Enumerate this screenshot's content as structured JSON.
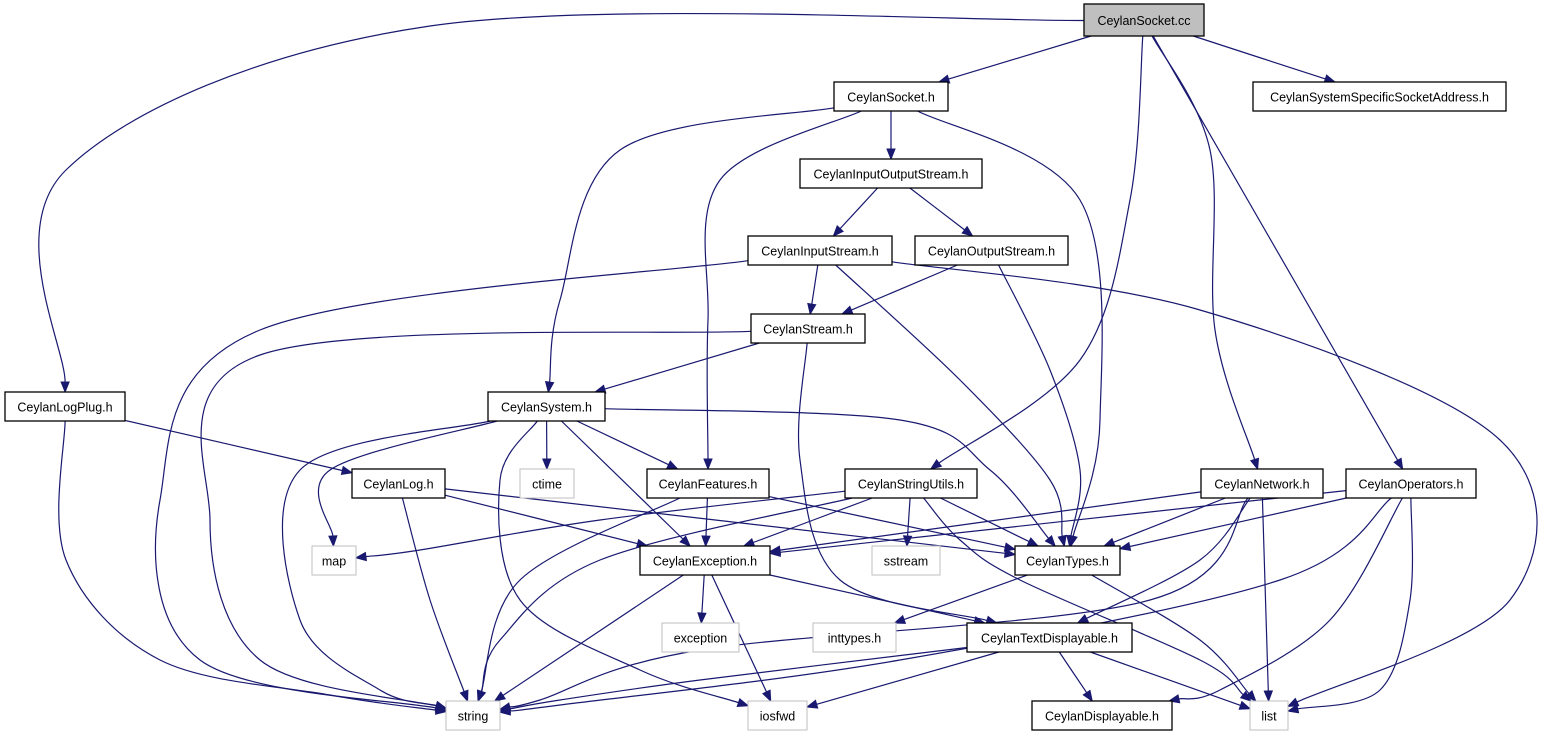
{
  "graph": {
    "title": "",
    "edge_color": "#191970",
    "nodes": [
      {
        "id": "socket_cc",
        "label": "CeylanSocket.cc",
        "kind": "root"
      },
      {
        "id": "socket_h",
        "label": "CeylanSocket.h",
        "kind": "header"
      },
      {
        "id": "sys_sock_addr",
        "label": "CeylanSystemSpecificSocketAddress.h",
        "kind": "header"
      },
      {
        "id": "io_stream",
        "label": "CeylanInputOutputStream.h",
        "kind": "header"
      },
      {
        "id": "in_stream",
        "label": "CeylanInputStream.h",
        "kind": "header"
      },
      {
        "id": "out_stream",
        "label": "CeylanOutputStream.h",
        "kind": "header"
      },
      {
        "id": "stream",
        "label": "CeylanStream.h",
        "kind": "header"
      },
      {
        "id": "logplug",
        "label": "CeylanLogPlug.h",
        "kind": "header"
      },
      {
        "id": "system",
        "label": "CeylanSystem.h",
        "kind": "header"
      },
      {
        "id": "log",
        "label": "CeylanLog.h",
        "kind": "header"
      },
      {
        "id": "ctime",
        "label": "ctime",
        "kind": "system"
      },
      {
        "id": "features",
        "label": "CeylanFeatures.h",
        "kind": "header"
      },
      {
        "id": "strutils",
        "label": "CeylanStringUtils.h",
        "kind": "header"
      },
      {
        "id": "network",
        "label": "CeylanNetwork.h",
        "kind": "header"
      },
      {
        "id": "operators",
        "label": "CeylanOperators.h",
        "kind": "header"
      },
      {
        "id": "map",
        "label": "map",
        "kind": "system"
      },
      {
        "id": "exception_h",
        "label": "CeylanException.h",
        "kind": "header"
      },
      {
        "id": "sstream",
        "label": "sstream",
        "kind": "system"
      },
      {
        "id": "types",
        "label": "CeylanTypes.h",
        "kind": "header"
      },
      {
        "id": "exception",
        "label": "exception",
        "kind": "system"
      },
      {
        "id": "inttypes",
        "label": "inttypes.h",
        "kind": "system"
      },
      {
        "id": "textdisp",
        "label": "CeylanTextDisplayable.h",
        "kind": "header"
      },
      {
        "id": "string",
        "label": "string",
        "kind": "system"
      },
      {
        "id": "iosfwd",
        "label": "iosfwd",
        "kind": "system"
      },
      {
        "id": "displayable",
        "label": "CeylanDisplayable.h",
        "kind": "header"
      },
      {
        "id": "list",
        "label": "list",
        "kind": "system"
      }
    ],
    "edges": [
      [
        "socket_cc",
        "logplug"
      ],
      [
        "socket_cc",
        "socket_h"
      ],
      [
        "socket_cc",
        "sys_sock_addr"
      ],
      [
        "socket_cc",
        "strutils"
      ],
      [
        "socket_cc",
        "network"
      ],
      [
        "socket_cc",
        "operators"
      ],
      [
        "socket_h",
        "system"
      ],
      [
        "socket_h",
        "features"
      ],
      [
        "socket_h",
        "io_stream"
      ],
      [
        "socket_h",
        "types"
      ],
      [
        "io_stream",
        "in_stream"
      ],
      [
        "io_stream",
        "out_stream"
      ],
      [
        "in_stream",
        "stream"
      ],
      [
        "in_stream",
        "string"
      ],
      [
        "in_stream",
        "types"
      ],
      [
        "in_stream",
        "list"
      ],
      [
        "out_stream",
        "stream"
      ],
      [
        "out_stream",
        "types"
      ],
      [
        "stream",
        "system"
      ],
      [
        "stream",
        "string"
      ],
      [
        "stream",
        "textdisp"
      ],
      [
        "logplug",
        "log"
      ],
      [
        "logplug",
        "string"
      ],
      [
        "system",
        "ctime"
      ],
      [
        "system",
        "features"
      ],
      [
        "system",
        "map"
      ],
      [
        "system",
        "exception_h"
      ],
      [
        "system",
        "types"
      ],
      [
        "system",
        "string"
      ],
      [
        "system",
        "iosfwd"
      ],
      [
        "log",
        "exception_h"
      ],
      [
        "log",
        "types"
      ],
      [
        "log",
        "string"
      ],
      [
        "features",
        "exception_h"
      ],
      [
        "features",
        "types"
      ],
      [
        "features",
        "string"
      ],
      [
        "strutils",
        "map"
      ],
      [
        "strutils",
        "exception_h"
      ],
      [
        "strutils",
        "sstream"
      ],
      [
        "strutils",
        "types"
      ],
      [
        "strutils",
        "string"
      ],
      [
        "strutils",
        "list"
      ],
      [
        "network",
        "exception_h"
      ],
      [
        "network",
        "types"
      ],
      [
        "network",
        "textdisp"
      ],
      [
        "network",
        "list"
      ],
      [
        "network",
        "string"
      ],
      [
        "operators",
        "exception_h"
      ],
      [
        "operators",
        "types"
      ],
      [
        "operators",
        "displayable"
      ],
      [
        "operators",
        "list"
      ],
      [
        "operators",
        "string"
      ],
      [
        "exception_h",
        "exception"
      ],
      [
        "exception_h",
        "textdisp"
      ],
      [
        "exception_h",
        "string"
      ],
      [
        "exception_h",
        "iosfwd"
      ],
      [
        "types",
        "inttypes"
      ],
      [
        "types",
        "list"
      ],
      [
        "textdisp",
        "displayable"
      ],
      [
        "textdisp",
        "string"
      ],
      [
        "textdisp",
        "iosfwd"
      ],
      [
        "textdisp",
        "list"
      ]
    ]
  }
}
